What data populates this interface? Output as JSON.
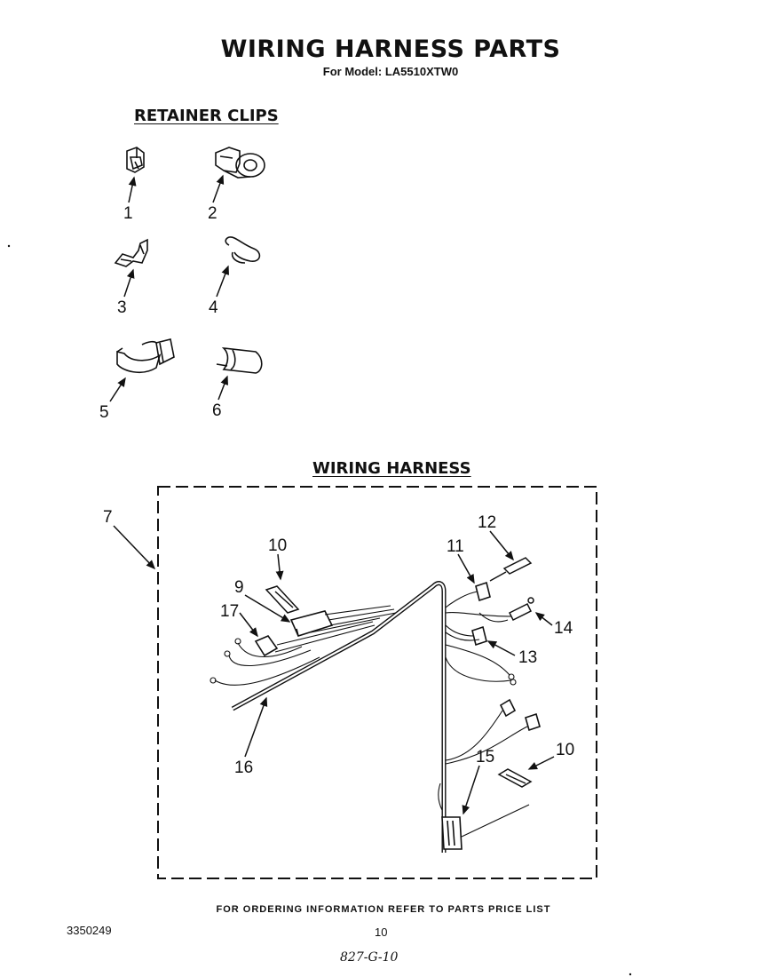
{
  "page": {
    "title": "WIRING HARNESS PARTS",
    "subtitle": "For Model: LA5510XTW0",
    "footer_note": "FOR ORDERING INFORMATION REFER TO PARTS PRICE LIST",
    "doc_number": "3350249",
    "page_number": "10",
    "handwritten_date": "827-G-10"
  },
  "retainer_clips": {
    "heading": "RETAINER CLIPS",
    "callouts": [
      "1",
      "2",
      "3",
      "4",
      "5",
      "6"
    ]
  },
  "wiring_harness": {
    "heading": "WIRING HARNESS",
    "callouts": {
      "c7": "7",
      "c10a": "10",
      "c9": "9",
      "c17": "17",
      "c16": "16",
      "c11": "11",
      "c12": "12",
      "c14": "14",
      "c13": "13",
      "c15": "15",
      "c10b": "10"
    }
  }
}
